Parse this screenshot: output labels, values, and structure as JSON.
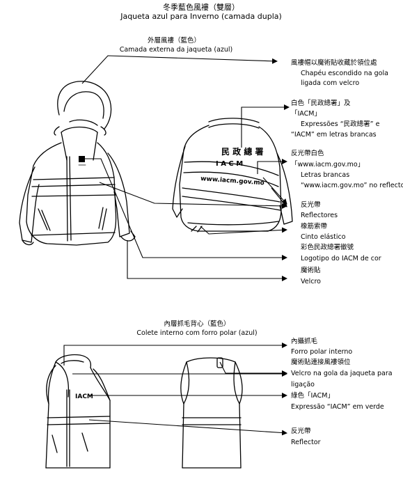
{
  "title": {
    "zh": "冬季藍色風褸（雙層）",
    "pt": "Jaqueta azul para Inverno (camada dupla)"
  },
  "outer": {
    "heading_zh": "外層風褸（藍色）",
    "heading_pt": "Camada externa da jaqueta (azul)",
    "back_text1": "民 政 總 署",
    "back_text2": "I A C M",
    "back_band": "www.iacm.gov.mo",
    "labels": [
      {
        "zh": "風褸帽以魔術貼收藏於領位處",
        "pt": [
          "Chapéu escondido na gola",
          "ligada com velcro"
        ]
      },
      {
        "zh": "白色「民政總署」及",
        "pt": [
          "「IACM」",
          "Expressões “民政總署” e",
          "“IACM” em letras brancas"
        ]
      },
      {
        "zh": "反光帶白色",
        "pt": [
          "「www.iacm.gov.mo」",
          "Letras brancas",
          "“www.iacm.gov.mo” no reflector"
        ]
      },
      {
        "zh": "反光帶",
        "pt": [
          "Reflectores"
        ]
      },
      {
        "zh": "橡筋索帶",
        "pt": [
          "Cinto elástico"
        ]
      },
      {
        "zh": "彩色民政總署徽號",
        "pt": [
          "Logotipo do IACM de cor"
        ]
      },
      {
        "zh": "魔術貼",
        "pt": [
          "Velcro"
        ]
      }
    ]
  },
  "inner": {
    "heading_zh": "內層抓毛背心（藍色）",
    "heading_pt": "Colete interno com forro polar (azul)",
    "vest_text": "IACM",
    "labels": [
      {
        "zh": "內攝抓毛",
        "pt": [
          "Forro polar interno"
        ]
      },
      {
        "zh": "魔術貼連接風褸領位",
        "pt": [
          "Velcro na gola da jaqueta para",
          "ligação"
        ]
      },
      {
        "zh": "綠色「IACM」",
        "pt": [
          "Expressão “IACM” em verde"
        ]
      },
      {
        "zh": "反光帶",
        "pt": [
          "Reflector"
        ]
      }
    ]
  }
}
